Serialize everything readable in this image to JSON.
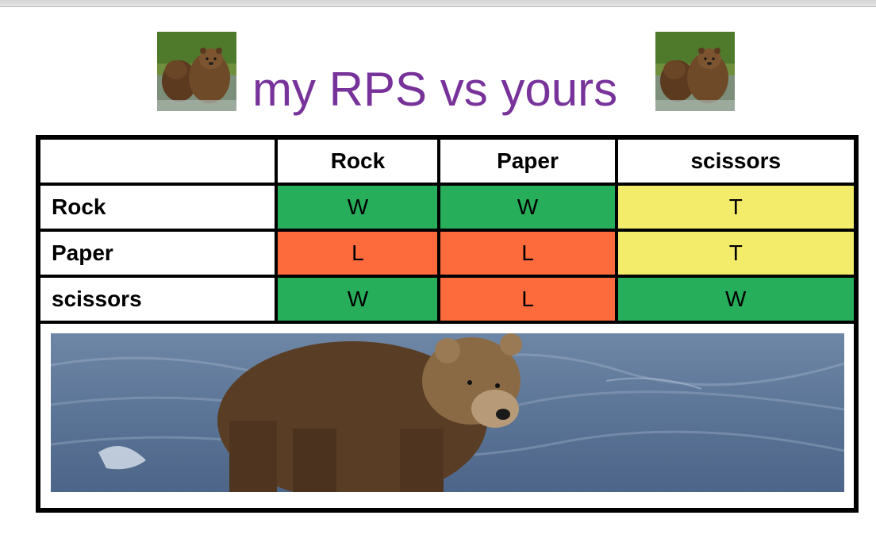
{
  "page": {
    "title": "my RPS vs yours"
  },
  "colors": {
    "title": "#77339a",
    "win": "#27ae5a",
    "lose": "#fd6a3c",
    "tie": "#f3ec6b"
  },
  "table": {
    "columns": [
      "",
      "Rock",
      "Paper",
      "scissors"
    ],
    "rows": [
      {
        "label": "Rock",
        "cells": [
          {
            "value": "W",
            "result": "win"
          },
          {
            "value": "W",
            "result": "win"
          },
          {
            "value": "T",
            "result": "tie"
          }
        ]
      },
      {
        "label": "Paper",
        "cells": [
          {
            "value": "L",
            "result": "lose"
          },
          {
            "value": "L",
            "result": "lose"
          },
          {
            "value": "T",
            "result": "tie"
          }
        ]
      },
      {
        "label": "scissors",
        "cells": [
          {
            "value": "W",
            "result": "win"
          },
          {
            "value": "L",
            "result": "lose"
          },
          {
            "value": "W",
            "result": "win"
          }
        ]
      }
    ]
  },
  "images": {
    "header_left": "bear-cubs-icon",
    "header_right": "bear-cubs-icon",
    "banner": "bear-in-river-icon"
  }
}
